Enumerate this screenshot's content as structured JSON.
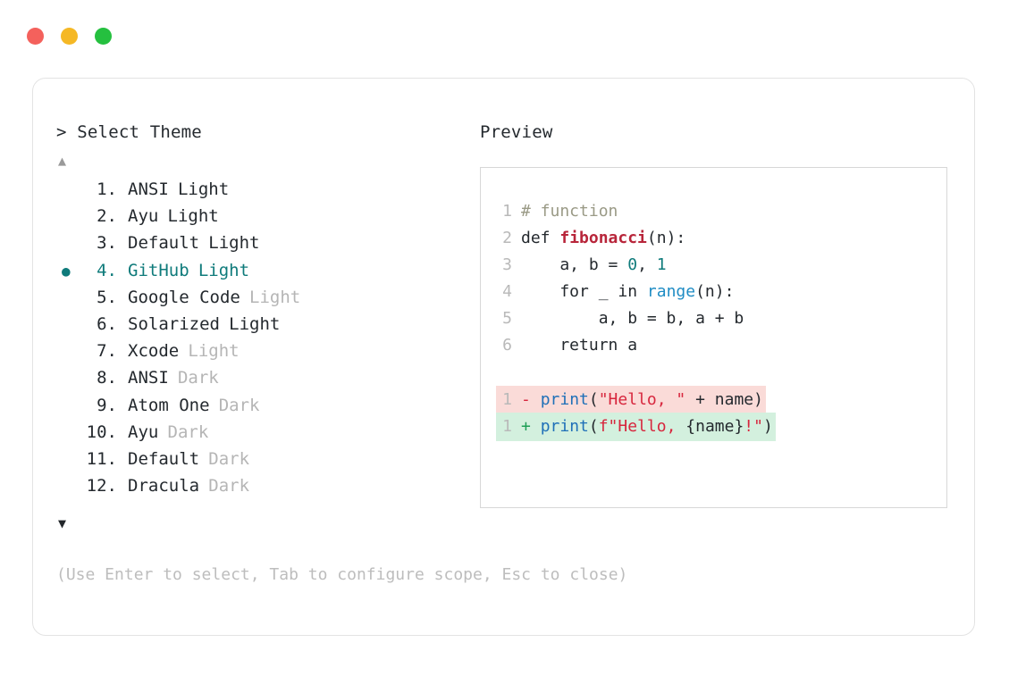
{
  "window": {
    "dots": [
      {
        "name": "close-dot",
        "color": "#f4615c"
      },
      {
        "name": "minimize-dot",
        "color": "#f5b825"
      },
      {
        "name": "maximize-dot",
        "color": "#25c03f"
      }
    ]
  },
  "selector": {
    "heading": "> Select Theme",
    "scroll_up_icon": "▲",
    "scroll_down_icon": "▼",
    "selected_bullet": "●",
    "selected_index": 4,
    "items": [
      {
        "index": "1.",
        "name": "ANSI",
        "variant": "Light",
        "variant_muted": false,
        "selected": false
      },
      {
        "index": "2.",
        "name": "Ayu",
        "variant": "Light",
        "variant_muted": false,
        "selected": false
      },
      {
        "index": "3.",
        "name": "Default",
        "variant": "Light",
        "variant_muted": false,
        "selected": false
      },
      {
        "index": "4.",
        "name": "GitHub",
        "variant": "Light",
        "variant_muted": false,
        "selected": true
      },
      {
        "index": "5.",
        "name": "Google Code",
        "variant": "Light",
        "variant_muted": true,
        "selected": false
      },
      {
        "index": "6.",
        "name": "Solarized",
        "variant": "Light",
        "variant_muted": false,
        "selected": false
      },
      {
        "index": "7.",
        "name": "Xcode",
        "variant": "Light",
        "variant_muted": true,
        "selected": false
      },
      {
        "index": "8.",
        "name": "ANSI",
        "variant": "Dark",
        "variant_muted": true,
        "selected": false
      },
      {
        "index": "9.",
        "name": "Atom One",
        "variant": "Dark",
        "variant_muted": true,
        "selected": false
      },
      {
        "index": "10.",
        "name": "Ayu",
        "variant": "Dark",
        "variant_muted": true,
        "selected": false
      },
      {
        "index": "11.",
        "name": "Default",
        "variant": "Dark",
        "variant_muted": true,
        "selected": false
      },
      {
        "index": "12.",
        "name": "Dracula",
        "variant": "Dark",
        "variant_muted": true,
        "selected": false
      }
    ]
  },
  "preview": {
    "heading": "Preview",
    "code_lines": [
      {
        "ln": "1",
        "tokens": [
          {
            "t": "# function",
            "c": "comment"
          }
        ]
      },
      {
        "ln": "2",
        "tokens": [
          {
            "t": "def ",
            "c": "keyword"
          },
          {
            "t": "fibonacci",
            "c": "func"
          },
          {
            "t": "(n):",
            "c": "plain"
          }
        ]
      },
      {
        "ln": "3",
        "tokens": [
          {
            "t": "    a, b = ",
            "c": "plain"
          },
          {
            "t": "0",
            "c": "number"
          },
          {
            "t": ", ",
            "c": "plain"
          },
          {
            "t": "1",
            "c": "number"
          }
        ]
      },
      {
        "ln": "4",
        "tokens": [
          {
            "t": "    for _ in ",
            "c": "plain"
          },
          {
            "t": "range",
            "c": "builtin"
          },
          {
            "t": "(n):",
            "c": "plain"
          }
        ]
      },
      {
        "ln": "5",
        "tokens": [
          {
            "t": "        a, b = b, a + b",
            "c": "plain"
          }
        ]
      },
      {
        "ln": "6",
        "tokens": [
          {
            "t": "    return a",
            "c": "plain"
          }
        ]
      }
    ],
    "diff_lines": [
      {
        "ln": "1",
        "kind": "removed",
        "sign": "-",
        "tokens": [
          {
            "t": "print",
            "c": "call"
          },
          {
            "t": "(",
            "c": "plain"
          },
          {
            "t": "\"Hello, \"",
            "c": "string"
          },
          {
            "t": " + name)",
            "c": "plain"
          }
        ]
      },
      {
        "ln": "1",
        "kind": "added",
        "sign": "+",
        "tokens": [
          {
            "t": "print",
            "c": "call"
          },
          {
            "t": "(",
            "c": "plain"
          },
          {
            "t": "f\"Hello, ",
            "c": "string"
          },
          {
            "t": "{name}",
            "c": "plain"
          },
          {
            "t": "!\"",
            "c": "string"
          },
          {
            "t": ")",
            "c": "plain"
          }
        ]
      }
    ]
  },
  "footer": {
    "hint": "(Use Enter to select, Tab to configure scope, Esc to close)"
  },
  "colors": {
    "accent_teal": "#0f7b7b",
    "text": "#24292e",
    "muted": "#b5b5b5",
    "diff_removed_bg": "#fadbd8",
    "diff_added_bg": "#d3f0de",
    "card_border": "#e3e3e3",
    "preview_border": "#d7d7d7"
  }
}
